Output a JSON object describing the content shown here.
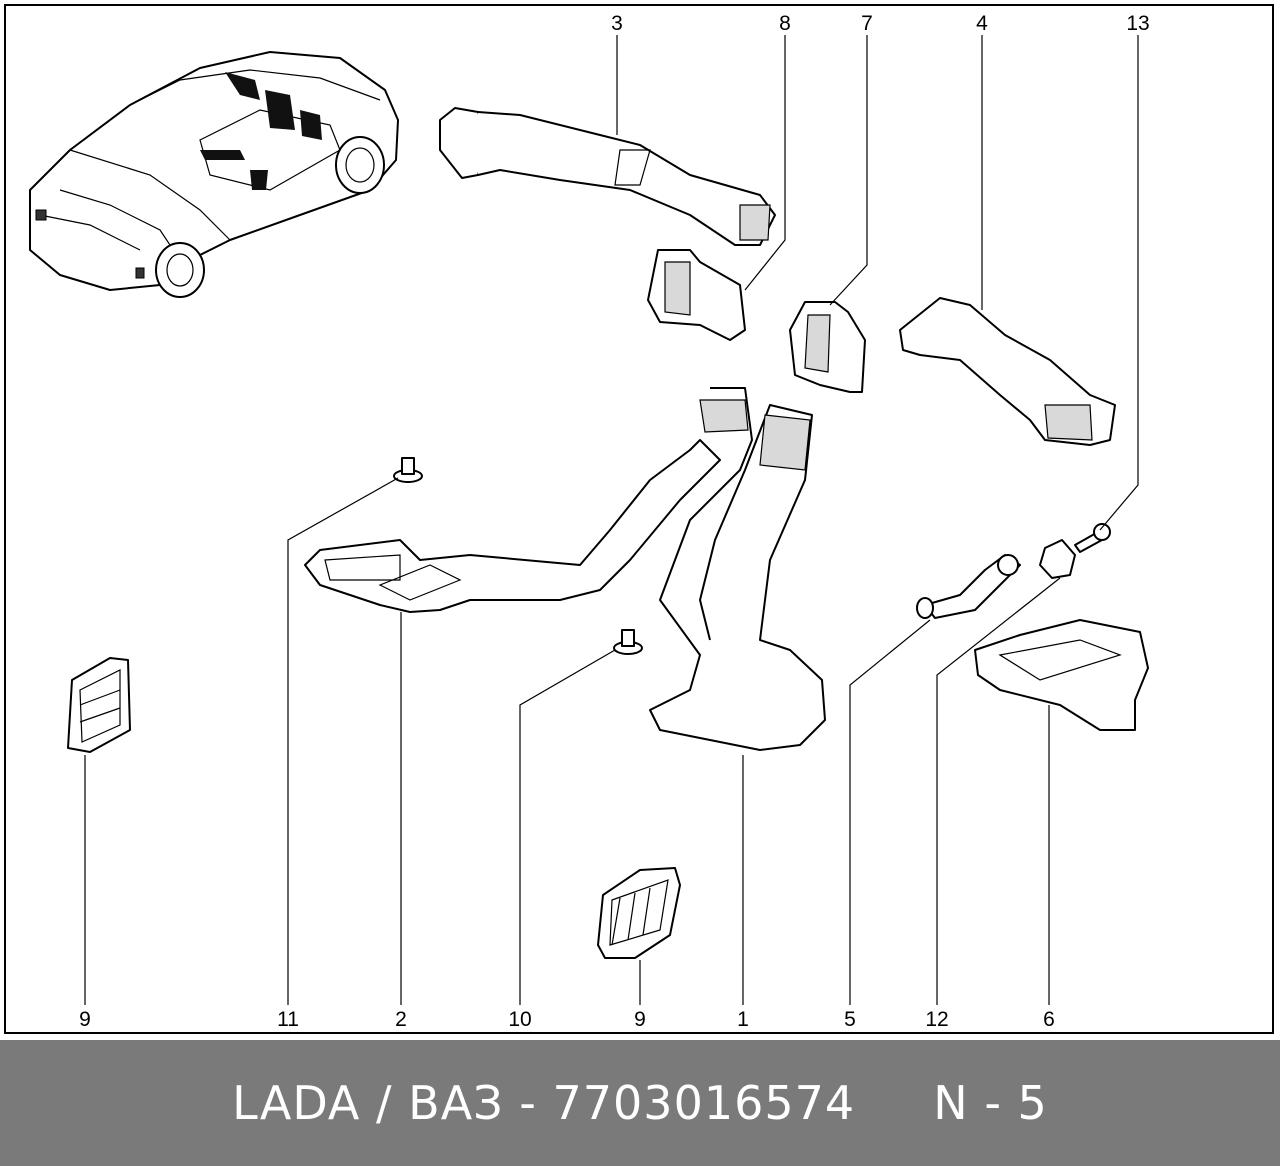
{
  "callouts": {
    "c1": "1",
    "c2": "2",
    "c3": "3",
    "c4": "4",
    "c5": "5",
    "c6": "6",
    "c7": "7",
    "c8": "8",
    "c9a": "9",
    "c9b": "9",
    "c10": "10",
    "c11": "11",
    "c12": "12",
    "c13": "13"
  },
  "footer": {
    "text": "LADA / ВАЗ - 7703016574     N - 5"
  },
  "colors": {
    "footer_bg": "#7a7a7a",
    "footer_text": "#ffffff",
    "line": "#000000"
  }
}
